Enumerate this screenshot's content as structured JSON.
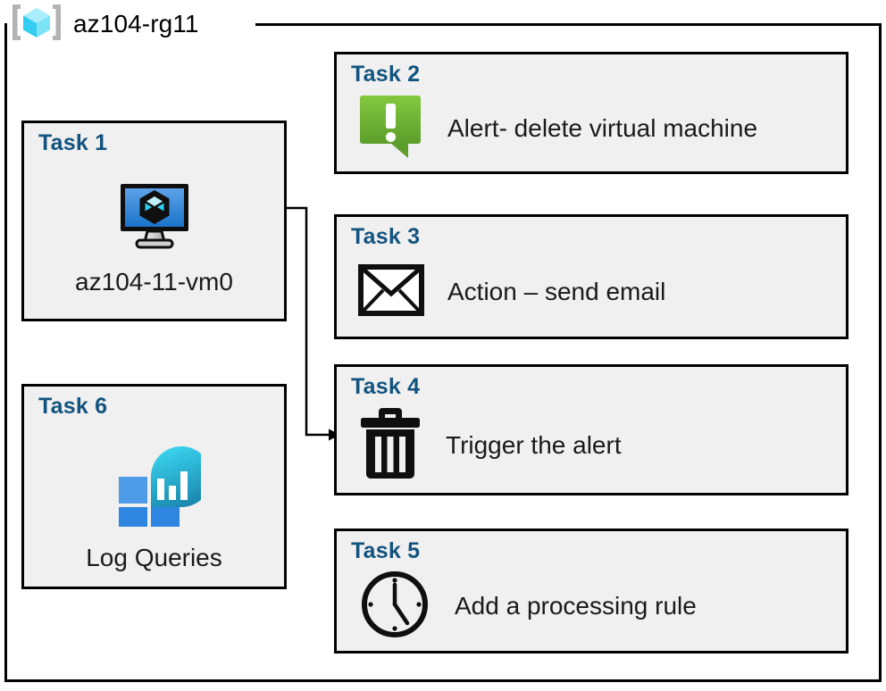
{
  "resource_group": {
    "name": "az104-rg11",
    "icon": "azure-resource-group-icon"
  },
  "cards": {
    "task1": {
      "title": "Task 1",
      "label": "az104-11-vm0",
      "icon": "virtual-machine-icon"
    },
    "task2": {
      "title": "Task 2",
      "label": "Alert- delete virtual machine",
      "icon": "alert-exclamation-icon"
    },
    "task3": {
      "title": "Task 3",
      "label": "Action – send email",
      "icon": "envelope-icon"
    },
    "task4": {
      "title": "Task 4",
      "label": "Trigger the alert",
      "icon": "trash-can-icon"
    },
    "task5": {
      "title": "Task 5",
      "label": "Add a processing rule",
      "icon": "clock-icon"
    },
    "task6": {
      "title": "Task 6",
      "label": "Log Queries",
      "icon": "log-analytics-icon"
    }
  },
  "connector": {
    "from": "task1-virtual-machine-icon",
    "to": "task4",
    "arrow": "arrow-right"
  },
  "colors": {
    "task_title": "#12547f",
    "card_background": "#f0f0f0",
    "card_border": "#000000",
    "alert_green_light": "#7ec242",
    "alert_green_dark": "#5d9e2c",
    "vm_blue_light": "#5b9ee6",
    "vm_blue_dark": "#1f7ad1",
    "rg_cube_cyan": "#4fd8f5",
    "log_square_blue": "#2f86e0",
    "log_circle_cyan": "#31cdee",
    "log_circle_teal": "#1b86ad"
  }
}
